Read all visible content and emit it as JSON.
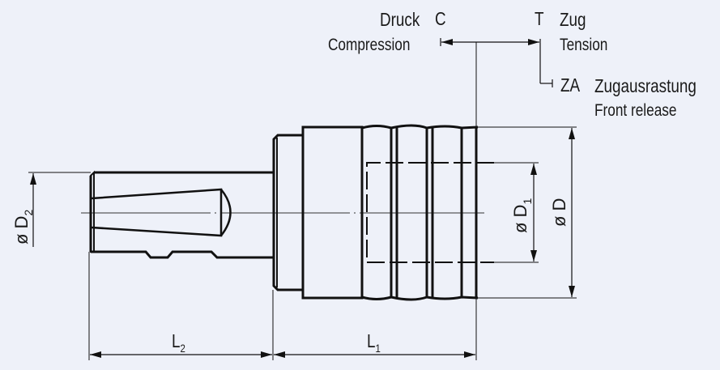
{
  "colors": {
    "background": "#eef1f9",
    "line": "#111111",
    "text": "#1a1a1a"
  },
  "legend": {
    "compression": {
      "code": "C",
      "de": "Druck",
      "en": "Compression"
    },
    "tension": {
      "code": "T",
      "de": "Zug",
      "en": "Tension"
    },
    "front_release": {
      "code": "ZA",
      "de": "Zugausrastung",
      "en": "Front release"
    }
  },
  "dimensions": {
    "d2": {
      "symbol": "ø D",
      "sub": "2"
    },
    "d1": {
      "symbol": "ø D",
      "sub": "1"
    },
    "d": {
      "symbol": "ø D"
    },
    "l2": {
      "symbol": "L",
      "sub": "2"
    },
    "l1": {
      "symbol": "L",
      "sub": "1"
    }
  }
}
